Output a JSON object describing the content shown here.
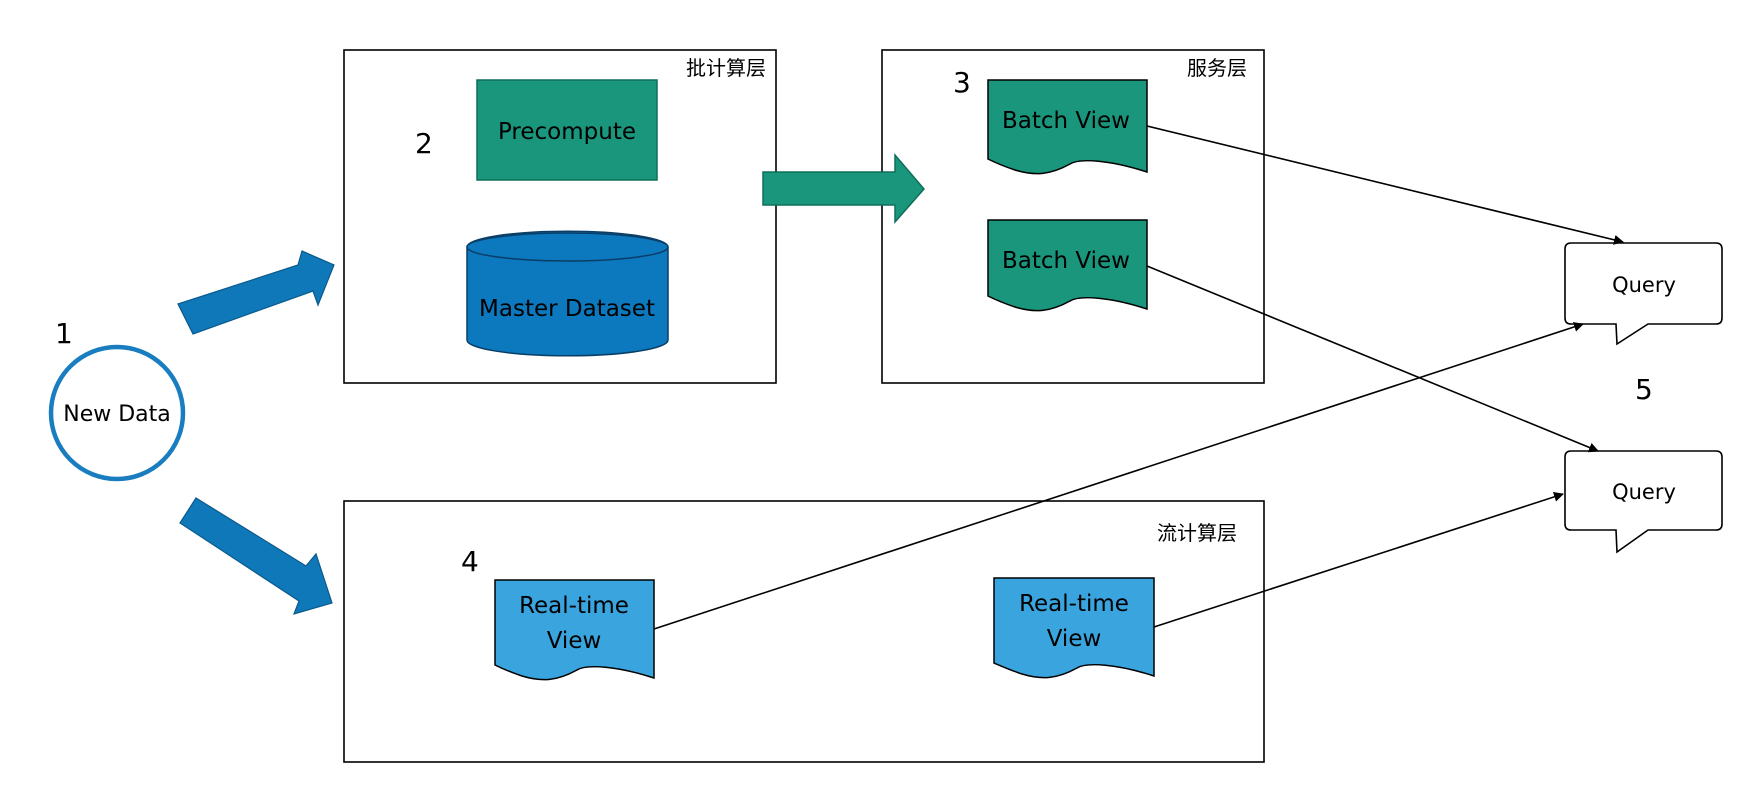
{
  "labels": {
    "batch_layer": "批计算层",
    "serving_layer": "服务层",
    "speed_layer": "流计算层"
  },
  "steps": {
    "s1": "1",
    "s2": "2",
    "s3": "3",
    "s4": "4",
    "s5": "5"
  },
  "nodes": {
    "new_data": "New Data",
    "precompute": "Precompute",
    "master_dataset": "Master Dataset",
    "batch_view_1": "Batch View",
    "batch_view_2": "Batch View",
    "realtime_view_1": [
      "Real-time",
      "View"
    ],
    "realtime_view_2": [
      "Real-time",
      "View"
    ],
    "query_1": "Query",
    "query_2": "Query"
  },
  "colors": {
    "blue_arrow": "#0F78B9",
    "blue_arrow_stroke": "#0A5A8C",
    "green": "#1A967C",
    "green_stroke": "#0E6E5A",
    "cylinder": "#0C78BE",
    "realtime": "#3AA4DE",
    "circle_stroke": "#1A7DC0"
  }
}
